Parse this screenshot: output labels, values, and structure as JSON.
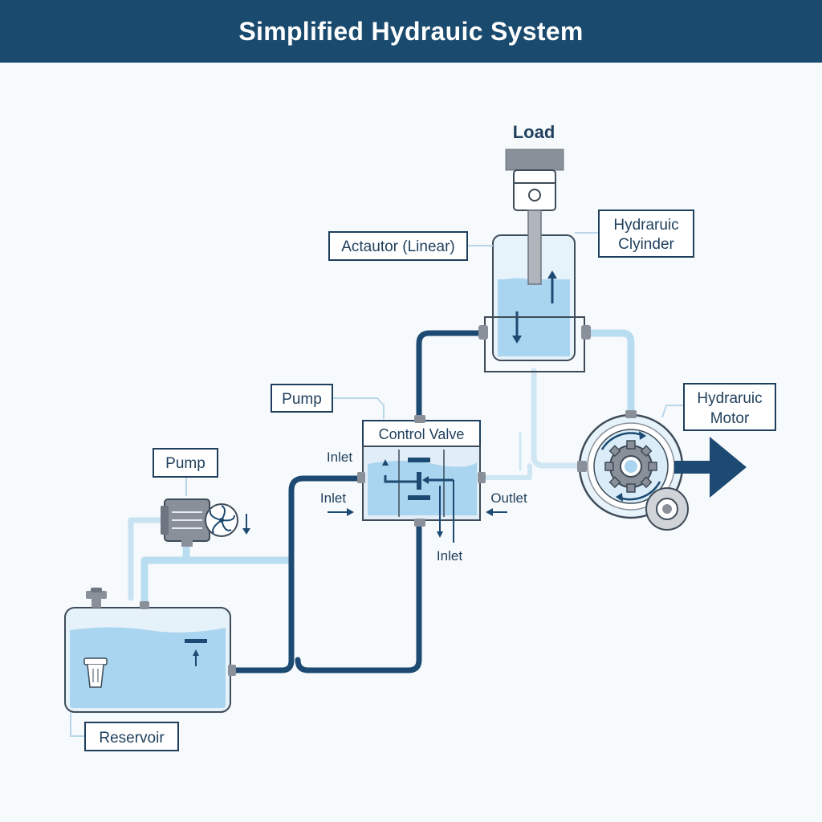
{
  "title": "Simplified Hydrauic System",
  "labels": {
    "load": "Load",
    "actuator": "Actautor (Linear)",
    "cylinder_line1": "Hydraruic",
    "cylinder_line2": "Clyinder",
    "pump_upper": "Pump",
    "pump_lower": "Pump",
    "control_valve": "Control Valve",
    "inlet_top": "Inlet",
    "inlet_left": "Inlet",
    "inlet_bottom": "Inlet",
    "outlet": "Outlet",
    "motor_line1": "Hydraruic",
    "motor_line2": "Motor",
    "reservoir": "Reservoir"
  },
  "colors": {
    "header": "#1a4a6e",
    "dark_pipe": "#1d4a72",
    "light_pipe": "#b8ddf0",
    "fluid": "#a9d5f0",
    "tank": "#e6f2fa",
    "metal": "#8a9099",
    "label_text": "#1f3f5c"
  },
  "icons": [
    "pump-icon",
    "fan-icon",
    "piston-icon",
    "gear-icon",
    "filter-icon",
    "output-arrow-icon"
  ]
}
